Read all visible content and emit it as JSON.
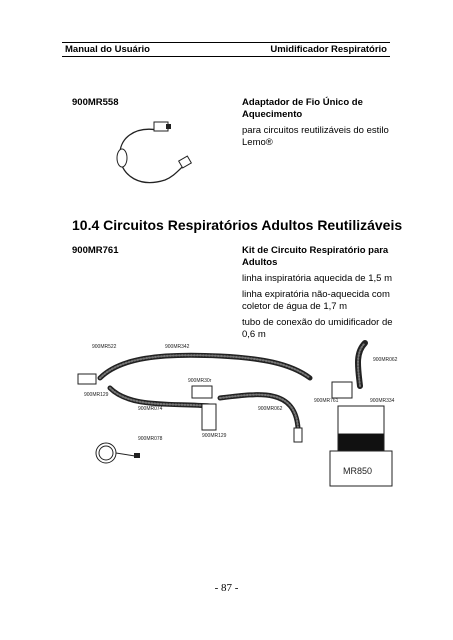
{
  "header": {
    "left": "Manual do Usuário",
    "right": "Umidificador Respiratório"
  },
  "item1": {
    "code": "900MR558",
    "title": "Adaptador de Fio Único de Aquecimento",
    "lines": [
      "para circuitos reutilizáveis do estilo Lemo®"
    ]
  },
  "section": {
    "title": "10.4 Circuitos Respiratórios Adultos Reutilizáveis"
  },
  "item2": {
    "code": "900MR761",
    "title": "Kit de Circuito Respiratório para Adultos",
    "lines": [
      "linha inspiratória aquecida de 1,5 m",
      "linha expiratória não-aquecida com coletor de água de 1,7 m",
      "tubo de conexão do umidificador de 0,6 m"
    ]
  },
  "diagram_labels": {
    "l1": "900MR522",
    "l2": "900MR342",
    "l3": "900MR30r",
    "l4": "900MR129",
    "l5": "900MR074",
    "l6": "900MR062",
    "l7": "900MR078",
    "l8": "900MR129",
    "l9": "900MR761",
    "l10": "900MR334",
    "l11": "900MR062",
    "l12": "MR850"
  },
  "page_number": "- 87 -"
}
